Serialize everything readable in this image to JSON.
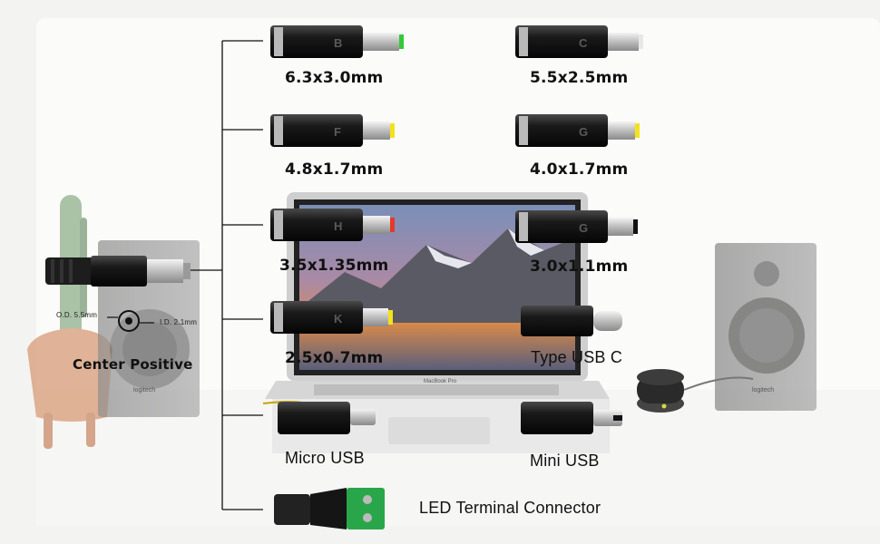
{
  "scene": {
    "laptop_brand": "MacBook Pro",
    "speaker_brand": "logitech"
  },
  "main_plug": {
    "outer_diameter": "O.D. 5.5mm",
    "inner_diameter": "I.D. 2.1mm",
    "polarity": "Center Positive"
  },
  "tips": [
    {
      "label": "6.3x3.0mm",
      "letter": "B",
      "tip_color": "#35c93a"
    },
    {
      "label": "5.5x2.5mm",
      "letter": "C",
      "tip_color": "#e8e8e8"
    },
    {
      "label": "4.8x1.7mm",
      "letter": "F",
      "tip_color": "#f3e21c"
    },
    {
      "label": "4.0x1.7mm",
      "letter": "G",
      "tip_color": "#f3e21c"
    },
    {
      "label": "3.5x1.35mm",
      "letter": "H",
      "tip_color": "#e23a2a"
    },
    {
      "label": "3.0x1.1mm",
      "letter": "G",
      "tip_color": "#111111"
    },
    {
      "label": "2.5x0.7mm",
      "letter": "K",
      "tip_color": "#f3e21c"
    },
    {
      "label": "Type USB C",
      "letter": "",
      "tip_color": "#c8c8c8"
    },
    {
      "label": "Micro USB",
      "letter": "",
      "tip_color": "#c8c8c8"
    },
    {
      "label": "Mini USB",
      "letter": "",
      "tip_color": "#c8c8c8"
    },
    {
      "label": "LED Terminal Connector",
      "letter": "",
      "tip_color": "#2aa64a"
    }
  ]
}
